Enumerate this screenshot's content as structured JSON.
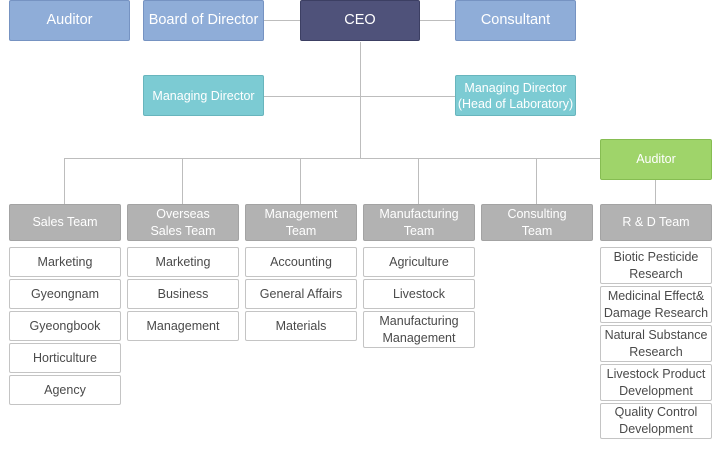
{
  "top": {
    "auditor": "Auditor",
    "board": "Board of Director",
    "ceo": "CEO",
    "consultant": "Consultant"
  },
  "managing": {
    "left": "Managing Director",
    "right": "Managing Director\n(Head of Laboratory)"
  },
  "auditor2": "Auditor",
  "teams": [
    {
      "label": "Sales Team",
      "items": [
        "Marketing",
        "Gyeongnam",
        "Gyeongbook",
        "Horticulture",
        "Agency"
      ]
    },
    {
      "label": "Overseas\nSales Team",
      "items": [
        "Marketing",
        "Business",
        "Management"
      ]
    },
    {
      "label": "Management\nTeam",
      "items": [
        "Accounting",
        "General Affairs",
        "Materials"
      ]
    },
    {
      "label": "Manufacturing\nTeam",
      "items": [
        "Agriculture",
        "Livestock",
        "Manufacturing\nManagement"
      ]
    },
    {
      "label": "Consulting\nTeam",
      "items": []
    },
    {
      "label": "R & D Team",
      "items": [
        "Biotic Pesticide\nResearch",
        "Medicinal Effect&\nDamage Research",
        "Natural Substance\nResearch",
        "Livestock Product\nDevelopment",
        "Quality Control\nDevelopment"
      ]
    }
  ],
  "colors": {
    "top_blue": "#8fadd8",
    "ceo": "#4f527a",
    "managing_teal": "#7ccbd3",
    "auditor_green": "#9fd46a",
    "team_gray": "#b2b2b2",
    "connector": "#bdbdbd"
  }
}
